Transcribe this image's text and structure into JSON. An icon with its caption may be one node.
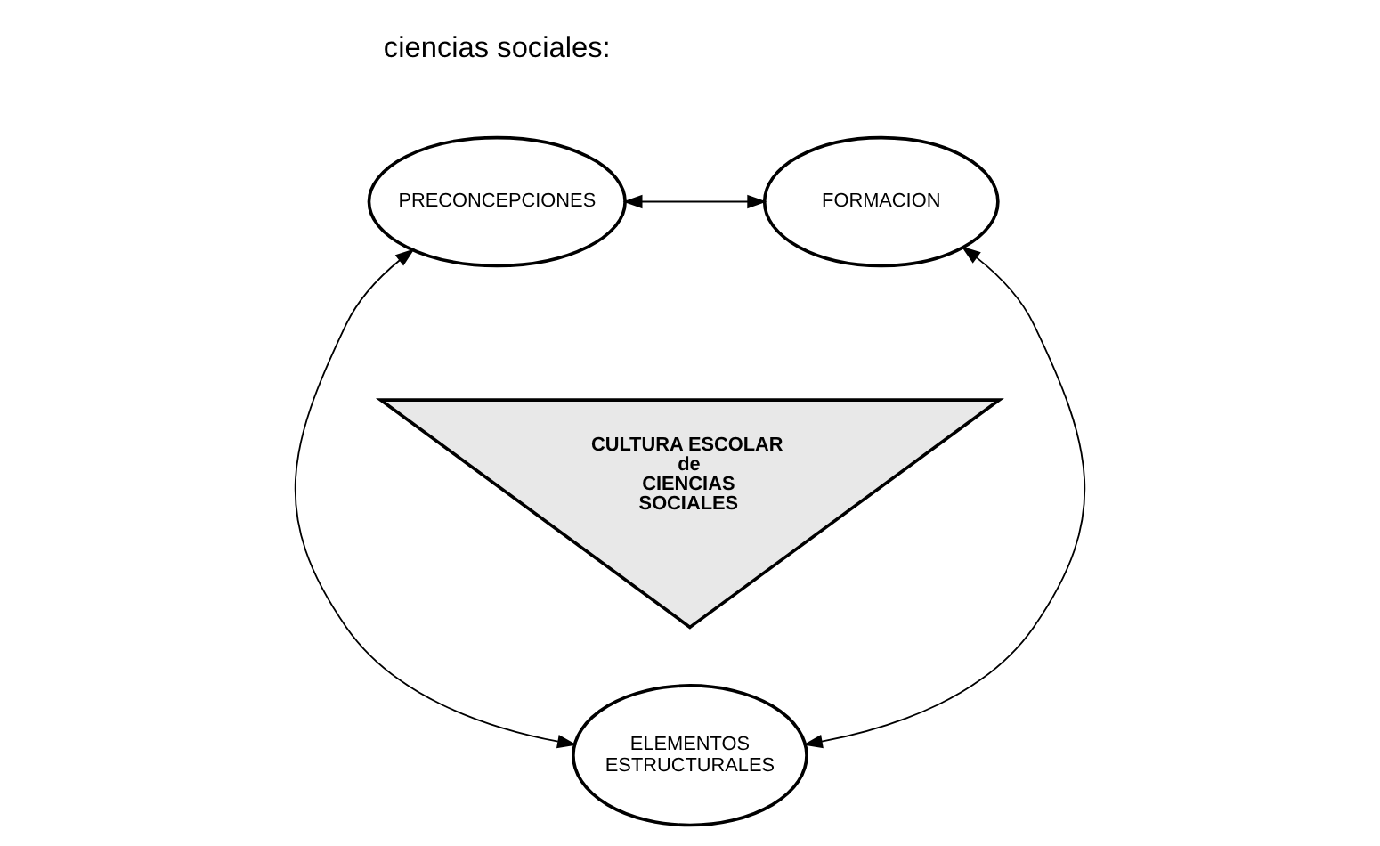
{
  "diagram": {
    "nodes": [
      {
        "text": [
          "PRECONCEPCIONES"
        ]
      },
      {
        "text": [
          "FORMACION"
        ]
      },
      {
        "text": [
          "ELEMENTOS ESTRUCTURALES"
        ]
      },
      {
        "text": [
          "CULTURA ESCOLAR de CIENCIAS SOCIALES"
        ]
      }
    ],
    "edges": [
      {
        "from": 0,
        "to": 1,
        "arrow": "both"
      },
      {
        "from": 0,
        "to": 2,
        "arrow": "both"
      },
      {
        "from": 1,
        "to": 2,
        "arrow": "both"
      }
    ],
    "labels": [
      "ciencias sociales:"
    ]
  }
}
